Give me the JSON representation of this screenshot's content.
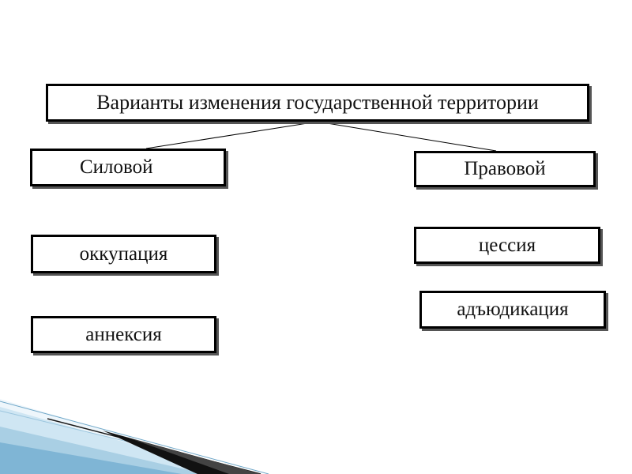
{
  "diagram": {
    "title": "Варианты изменения государственной территории",
    "branches": [
      {
        "label": "Силовой",
        "items": [
          "оккупация",
          "аннексия"
        ]
      },
      {
        "label": "Правовой",
        "items": [
          "цессия",
          "адъюдикация"
        ]
      }
    ]
  },
  "colors": {
    "border": "#000000",
    "shadow": "#555555",
    "connector": "#000000",
    "corner_accent": "#b8d6e8"
  }
}
